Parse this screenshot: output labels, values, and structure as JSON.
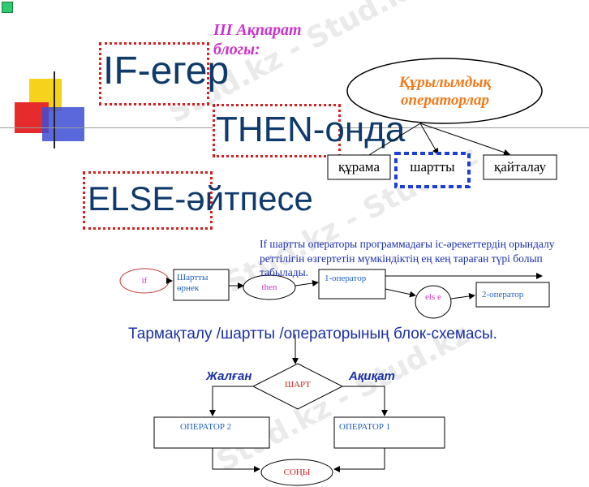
{
  "watermark": "Stud.kz - Stud.kz",
  "block_title": "III Ақпарат блогы:",
  "keywords": {
    "if_label": "IF-егер",
    "then_label": "THEN-онда",
    "else_label": "ELSE-әйтпесе"
  },
  "operators": {
    "root": "Құрылымдық операторлар",
    "children": [
      "құрама",
      "шартты",
      "қайталау"
    ]
  },
  "description": "If  шартты операторы программадағы іс-әрекеттердің орындалу реттілігін өзгертетін мүмкіндіктің ең кең тараған түрі болып табылады.",
  "flow": {
    "if": "if",
    "condition": "Шартты өрнек",
    "then": "then",
    "op1": "1-оператор",
    "else": "els e",
    "op2": "2-оператор"
  },
  "flowchart_title": "Тармақталу /шартты /операторының блок-схемасы.",
  "flowchart": {
    "false_label": "Жалған",
    "true_label": "Ақиқат",
    "condition": "ШАРТ",
    "op2": "ОПЕРАТОР 2",
    "op1": "ОПЕРАТОР 1",
    "end": "СОҢЫ"
  },
  "colors": {
    "title": "#cc33cc",
    "keyword_border": "#d61f1f",
    "keyword_text": "#0f3a6b",
    "root_text": "#f27a1a",
    "flow_text": "#1f5fbf",
    "accent_magenta": "#cc33cc",
    "focus_box": "#1d3fd6"
  }
}
